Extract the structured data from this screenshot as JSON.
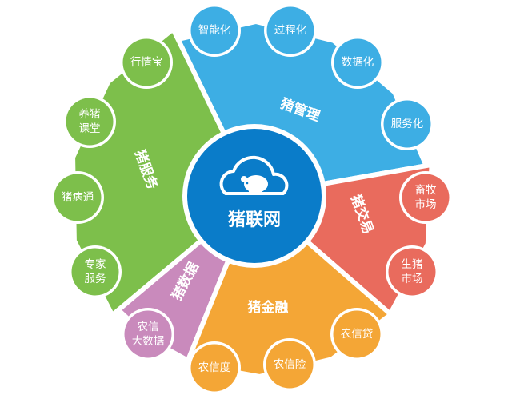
{
  "center": {
    "title": "猪联网",
    "icon": "cloud-pig-icon",
    "color": "#0a7cc9"
  },
  "sectors": [
    {
      "label": "猪管理",
      "color": "#3daee4",
      "nodes": [
        [
          "智能化"
        ],
        [
          "过程化"
        ],
        [
          "数据化"
        ],
        [
          "服务化"
        ]
      ]
    },
    {
      "label": "猪交易",
      "color": "#e96b5d",
      "nodes": [
        [
          "畜牧",
          "市场"
        ],
        [
          "生猪",
          "市场"
        ]
      ]
    },
    {
      "label": "猪金融",
      "color": "#f4a636",
      "nodes": [
        [
          "农信贷"
        ],
        [
          "农信险"
        ],
        [
          "农信度"
        ]
      ]
    },
    {
      "label": "猪数据",
      "color": "#c98abc",
      "nodes": [
        [
          "农信",
          "大数据"
        ]
      ]
    },
    {
      "label": "猪服务",
      "color": "#7dbf4b",
      "nodes": [
        [
          "专家",
          "服务"
        ],
        [
          "猪病通"
        ],
        [
          "养猪",
          "课堂"
        ],
        [
          "行情宝"
        ]
      ]
    }
  ]
}
